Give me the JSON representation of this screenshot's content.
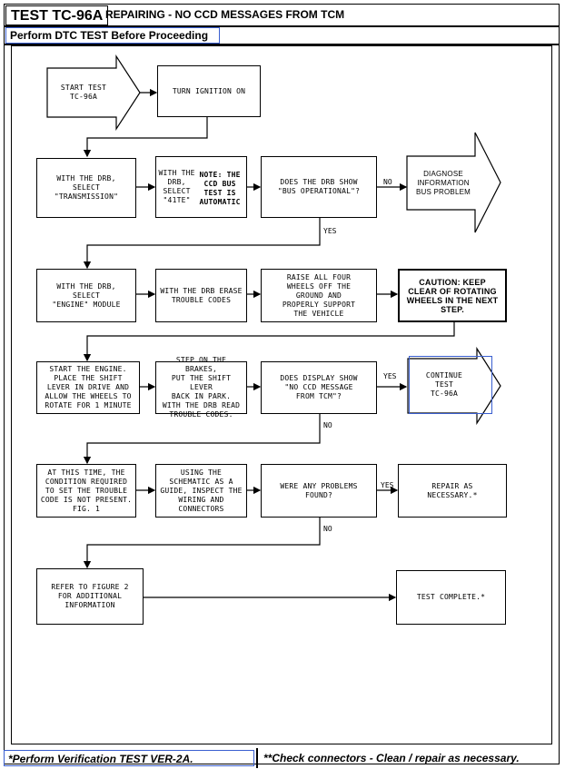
{
  "header": {
    "test_id": "TEST TC-96A",
    "title": "REPAIRING - NO CCD MESSAGES FROM TCM",
    "perform_note": "Perform DTC TEST Before Proceeding"
  },
  "flow": {
    "start": "START TEST\nTC-96A",
    "ignition": "TURN IGNITION ON",
    "select_trans": "WITH THE DRB,\nSELECT\n\"TRANSMISSION\"",
    "select_41te": "WITH THE DRB,\nSELECT \"41TE\"",
    "select_41te_note": "NOTE: THE CCD BUS\nTEST IS AUTOMATIC",
    "bus_operational_q": "DOES THE DRB SHOW\n\"BUS OPERATIONAL\"?",
    "diagnose_bus": "DIAGNOSE\nINFORMATION\nBUS PROBLEM",
    "select_engine": "WITH THE DRB,\nSELECT\n\"ENGINE\" MODULE",
    "erase_codes": "WITH THE DRB ERASE\nTROUBLE CODES",
    "raise_wheels": "RAISE ALL FOUR\nWHEELS OFF THE\nGROUND AND\nPROPERLY SUPPORT\nTHE VEHICLE",
    "caution": "CAUTION: KEEP\nCLEAR OF ROTATING\nWHEELS IN THE NEXT\nSTEP.",
    "start_engine": "START THE ENGINE.\nPLACE THE SHIFT\nLEVER IN DRIVE AND\nALLOW THE WHEELS TO\nROTATE FOR 1 MINUTE",
    "step_brakes": "STEP ON THE BRAKES,\nPUT THE SHIFT LEVER\nBACK IN PARK.\nWITH THE DRB READ\nTROUBLE CODES.",
    "no_ccd_q": "DOES DISPLAY SHOW\n\"NO CCD MESSAGE\nFROM TCM\"?",
    "continue_test": "CONTINUE TEST\nTC-96A",
    "condition": "AT THIS TIME, THE\nCONDITION REQUIRED\nTO SET THE TROUBLE\nCODE IS NOT PRESENT.\nFIG. 1",
    "schematic": "USING THE\nSCHEMATIC AS A\nGUIDE, INSPECT THE\nWIRING AND\nCONNECTORS",
    "problems_q": "WERE ANY PROBLEMS\nFOUND?",
    "repair": "REPAIR AS\nNECESSARY.*",
    "refer_fig2": "REFER TO FIGURE 2\nFOR ADDITIONAL\nINFORMATION",
    "test_complete": "TEST COMPLETE.*"
  },
  "labels": {
    "no": "NO",
    "yes": "YES"
  },
  "footer": {
    "left": "*Perform Verification TEST VER-2A.",
    "right": "**Check connectors - Clean / repair as necessary."
  }
}
